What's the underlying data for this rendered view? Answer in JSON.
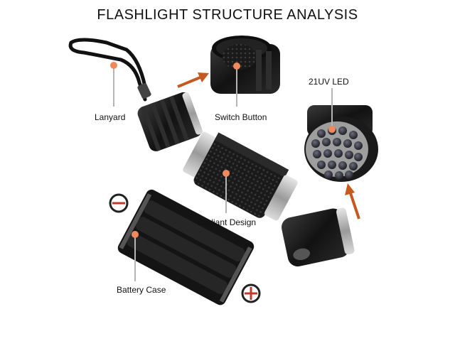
{
  "title": "FLASHLIGHT STRUCTURE ANALYSIS",
  "labels": {
    "lanyard": "Lanyard",
    "switch_button": "Switch Button",
    "uv_led": "21UV LED",
    "radiant_design": "Radiant Design",
    "battery_case": "Battery Case"
  },
  "colors": {
    "accent_dot": "#f08a5d",
    "arrow": "#c65a1e",
    "leader_line": "#b5b5b5",
    "body_dark": "#1b1b1b",
    "metal": "#b8b8b8",
    "polarity_minus": "#222222",
    "polarity_plus": "#c0392b"
  },
  "icons": {
    "polarity_negative": "minus-circle-icon",
    "polarity_positive": "plus-circle-icon"
  }
}
